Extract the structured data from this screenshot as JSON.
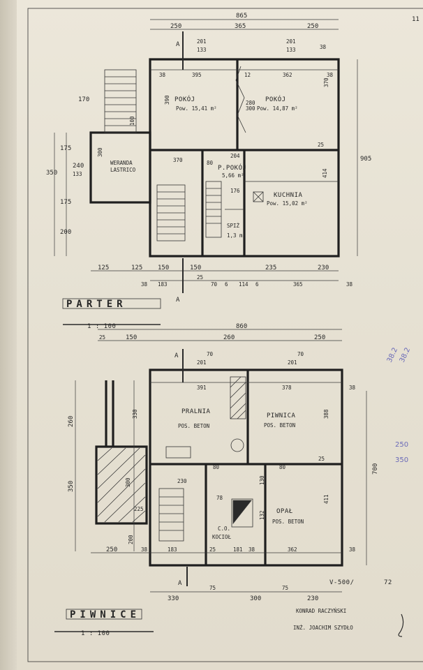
{
  "page_number": "11",
  "parter": {
    "title": "PARTER",
    "scale": "1 : 100",
    "section_mark": "A",
    "rooms": [
      {
        "name": "POKÓJ",
        "area": "Pow. 15,41 m²"
      },
      {
        "name": "POKÓJ",
        "area": "Pow. 14,87 m²"
      },
      {
        "name": "P.POKÓJ",
        "area": "5,66 m²"
      },
      {
        "name": "KUCHNIA",
        "area": "Pow. 15,02 m²"
      },
      {
        "name": "WERANDA",
        "area": "LASTRICO"
      },
      {
        "name": "SPIŻ",
        "area": "1,3 m²"
      }
    ],
    "dims_top_total": "865",
    "dims_top": [
      "250",
      "365",
      "250"
    ],
    "dims_top2": [
      "201",
      "133",
      "201",
      "133",
      "38"
    ],
    "dims_inner": [
      "38",
      "395",
      "12",
      "362",
      "38"
    ],
    "dims_left": [
      "350",
      "175",
      "175",
      "240",
      "133",
      "200"
    ],
    "dims_right": "905",
    "dims_bottom1": [
      "125",
      "125",
      "150",
      "150",
      "235",
      "230"
    ],
    "dims_bottom2": [
      "38",
      "183",
      "25",
      "70",
      "6",
      "114",
      "6",
      "365",
      "38"
    ],
    "misc_labels": [
      "170",
      "390",
      "370",
      "414",
      "25",
      "300",
      "80",
      "204",
      "176",
      "370",
      "280",
      "300",
      "100"
    ]
  },
  "piwnice": {
    "title": "PIWNICE",
    "scale": "1 : 100",
    "section_mark": "A",
    "rooms": [
      {
        "name": "PRALNIA",
        "area": "POS. BETON"
      },
      {
        "name": "PIWNICA",
        "area": "POS. BETON"
      },
      {
        "name": "OPAŁ",
        "area": "POS. BETON"
      },
      {
        "name": "C.O.",
        "area": "KOCIOŁ"
      }
    ],
    "dims_top_total": "860",
    "dims_top": [
      "25",
      "150",
      "260",
      "250"
    ],
    "dims_top2": [
      "70",
      "201",
      "70",
      "201"
    ],
    "dims_inner": [
      "391",
      "378",
      "38"
    ],
    "dims_left": [
      "330",
      "260",
      "350",
      "300",
      "225",
      "200"
    ],
    "dims_right": "700",
    "dims_bottom1": [
      "250",
      "38",
      "183",
      "25",
      "181",
      "38",
      "362",
      "38"
    ],
    "dims_bottom2": [
      "330",
      "75",
      "300",
      "75",
      "230"
    ],
    "misc_labels": [
      "230",
      "388",
      "411",
      "132",
      "25",
      "130",
      "80",
      "80",
      "78"
    ]
  },
  "title_block": {
    "drawing_no": "V-500/",
    "year": "72",
    "author": "KONRAD RACZYŃSKI",
    "engineer": "INŻ. JOACHIM SZYDŁO"
  },
  "pencil_notes": [
    "250",
    "350",
    "38.2",
    "38.2"
  ]
}
